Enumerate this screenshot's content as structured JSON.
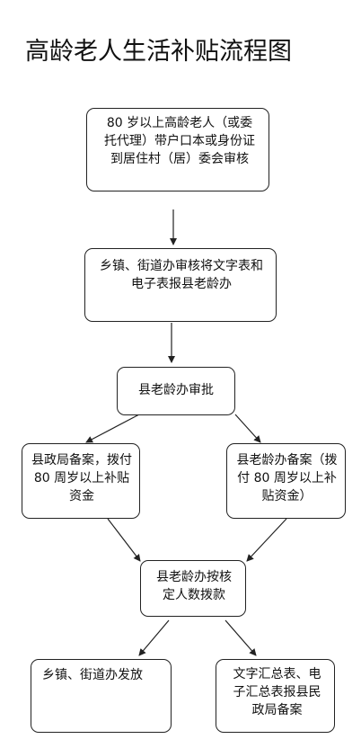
{
  "title": "高龄老人生活补贴流程图",
  "nodes": {
    "application": "80 岁以上高龄老人（或委托代理）带户口本或身份证到居住村（居）委会审核",
    "township_review": "乡镇、街道办审核将文字表和电子表报县老龄办",
    "county_approval": "县老龄办审批",
    "civil_affairs_filing": "县政局备案，拨付 80 周岁以上补贴资金",
    "aging_office_filing": "县老龄办备案（拨付 80 周岁以上补贴资金）",
    "allocation": "县老龄办按核定人数拨款",
    "distribution": "乡镇、街道办发放",
    "report": "文字汇总表、电子汇总表报县民政局备案"
  }
}
